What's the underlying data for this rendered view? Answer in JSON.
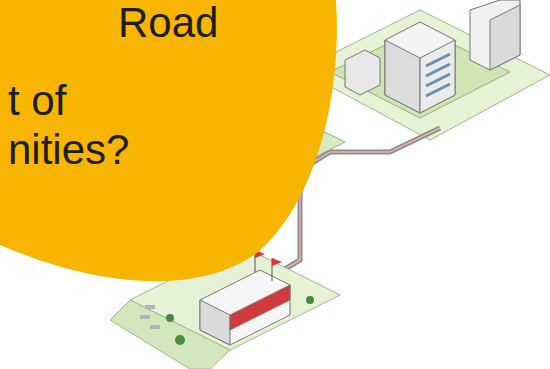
{
  "diagram": {
    "nodes": [
      {
        "text": [
          "Road",
          "t of",
          "nities?"
        ]
      }
    ]
  }
}
